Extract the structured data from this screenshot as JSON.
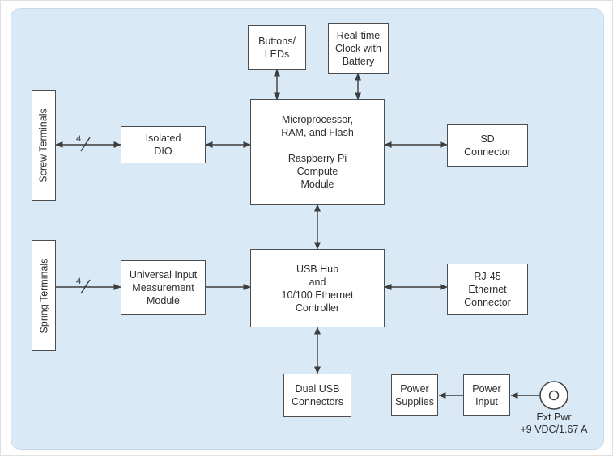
{
  "diagram": {
    "colors": {
      "panel_bg": "#d9e9f6",
      "box_fill": "#ffffff",
      "box_border": "#4d4d4d",
      "line": "#3d3d3d",
      "text": "#2e2e2e"
    },
    "nodes": {
      "screw_terminals": {
        "label": "Screw Terminals"
      },
      "spring_terminals": {
        "label": "Spring Terminals"
      },
      "buttons_leds": {
        "label": "Buttons/\nLEDs"
      },
      "rtc": {
        "label": "Real-time\nClock with\nBattery"
      },
      "micro": {
        "label": "Microprocessor,\nRAM, and Flash\n\nRaspberry Pi\nCompute\nModule"
      },
      "sd_connector": {
        "label": "SD\nConnector"
      },
      "isolated_dio": {
        "label": "Isolated\nDIO"
      },
      "universal_input": {
        "label": "Universal Input\nMeasurement\nModule"
      },
      "usb_hub": {
        "label": "USB Hub\nand\n10/100 Ethernet\nController"
      },
      "rj45": {
        "label": "RJ-45\nEthernet\nConnector"
      },
      "dual_usb": {
        "label": "Dual USB\nConnectors"
      },
      "power_supplies": {
        "label": "Power\nSupplies"
      },
      "power_input": {
        "label": "Power\nInput"
      },
      "ext_pwr": {
        "label": "Ext Pwr",
        "rating": "+9 VDC/1.67 A"
      }
    },
    "bus": {
      "screw_width": "4",
      "spring_width": "4"
    }
  }
}
